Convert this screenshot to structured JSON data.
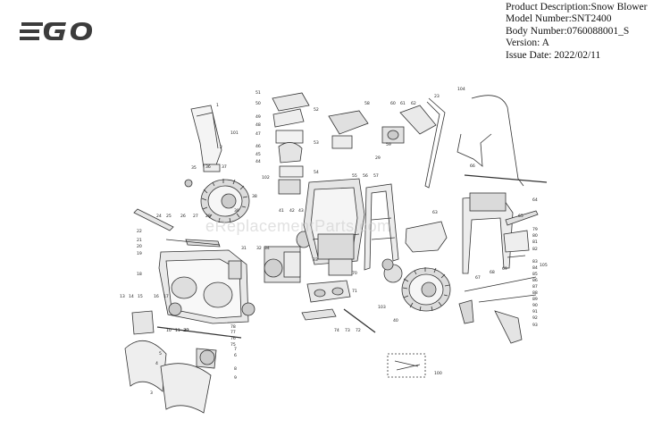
{
  "brand": {
    "logo_text": "EGO"
  },
  "header": {
    "product_description": "Product Description:Snow Blower",
    "model_number": "Model Number:SNT2400",
    "body_number": "Body Number:0760088001_S",
    "version": "Version: A",
    "issue_date": "Issue Date: 2022/02/11"
  },
  "watermark": "eReplacementParts.com",
  "callouts": [
    "1",
    "2",
    "3",
    "4",
    "5",
    "6",
    "7",
    "8",
    "9",
    "10",
    "11",
    "12",
    "13",
    "14",
    "15",
    "16",
    "17",
    "18",
    "19",
    "20",
    "21",
    "22",
    "23",
    "24",
    "25",
    "26",
    "27",
    "28",
    "29",
    "30",
    "31",
    "32",
    "33",
    "34",
    "35",
    "36",
    "37",
    "38",
    "39",
    "40",
    "41",
    "42",
    "43",
    "44",
    "45",
    "46",
    "47",
    "48",
    "49",
    "50",
    "51",
    "52",
    "53",
    "54",
    "55",
    "56",
    "57",
    "58",
    "59",
    "60",
    "61",
    "62",
    "63",
    "64",
    "65",
    "66",
    "67",
    "68",
    "69",
    "70",
    "71",
    "72",
    "73",
    "74",
    "75",
    "76",
    "77",
    "78",
    "79",
    "80",
    "81",
    "82",
    "83",
    "84",
    "85",
    "86",
    "87",
    "88",
    "89",
    "90",
    "91",
    "92",
    "93",
    "100",
    "101",
    "102",
    "103",
    "104",
    "105"
  ]
}
